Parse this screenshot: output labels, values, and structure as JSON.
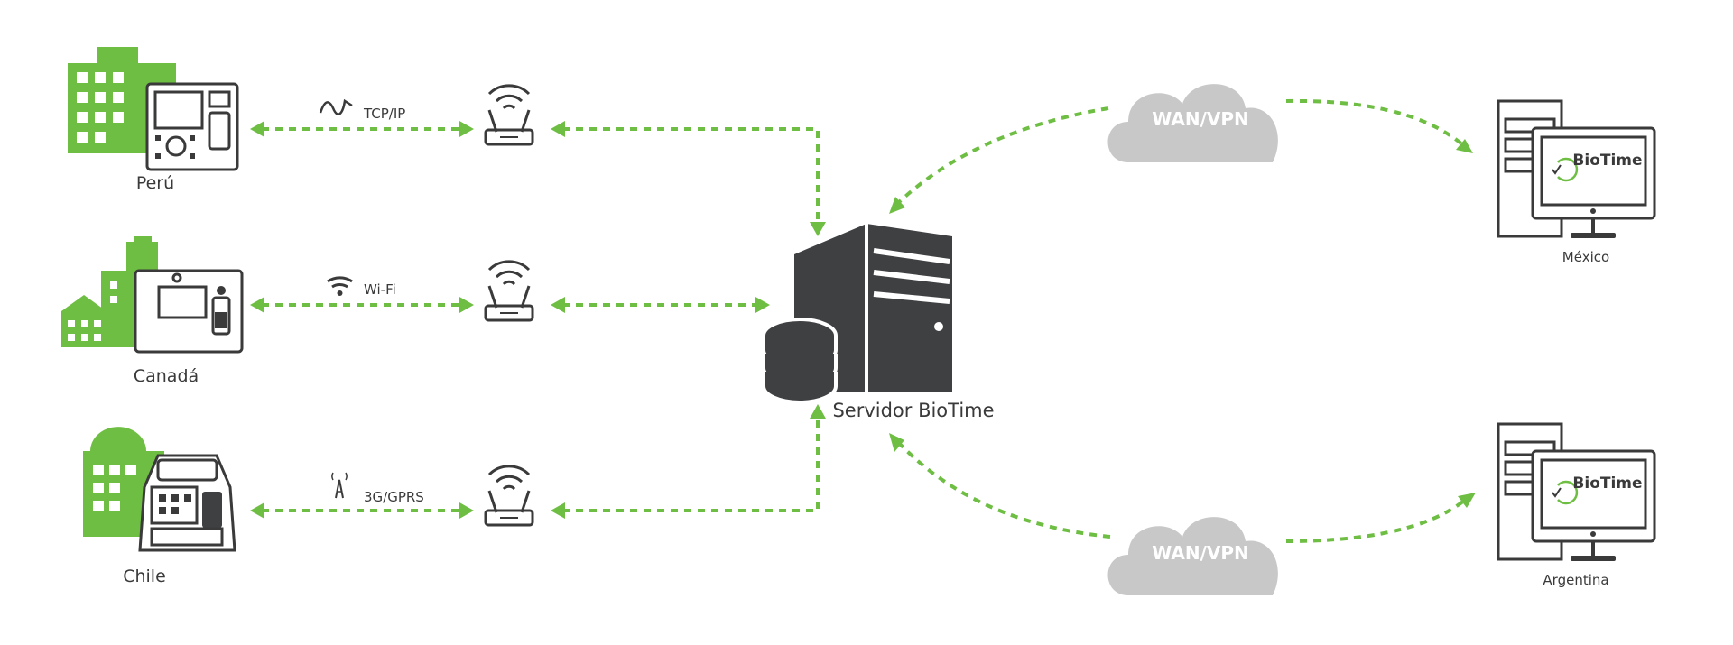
{
  "sites": [
    {
      "location": "Perú",
      "connection": "TCP/IP",
      "connection_icon": "cable-icon"
    },
    {
      "location": "Canadá",
      "connection": "Wi-Fi",
      "connection_icon": "wifi-icon"
    },
    {
      "location": "Chile",
      "connection": "3G/GPRS",
      "connection_icon": "antenna-icon"
    }
  ],
  "server": {
    "label": "Servidor BioTime"
  },
  "clouds": [
    {
      "label": "WAN/VPN"
    },
    {
      "label": "WAN/VPN"
    }
  ],
  "clients": [
    {
      "location": "México",
      "app_logo": "BioTime"
    },
    {
      "location": "Argentina",
      "app_logo": "BioTime"
    }
  ],
  "colors": {
    "accent": "#6fbe44",
    "dark": "#3f4042",
    "cloud": "#c8c8c8"
  }
}
